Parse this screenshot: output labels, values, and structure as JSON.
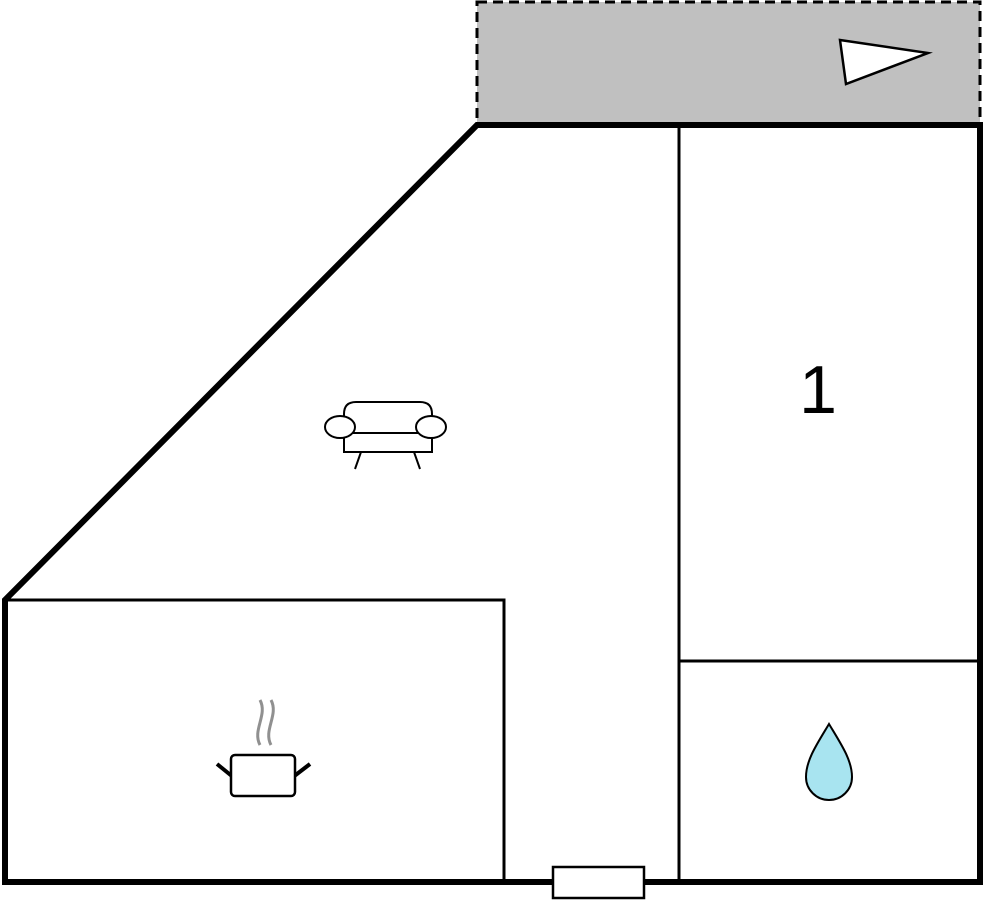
{
  "floorplan": {
    "rooms": [
      {
        "id": "living",
        "icon": "sofa-icon"
      },
      {
        "id": "kitchen",
        "icon": "cooking-pot-icon"
      },
      {
        "id": "bedroom",
        "label": "1"
      },
      {
        "id": "bathroom",
        "icon": "water-drop-icon"
      }
    ],
    "terrace": {
      "icon": "direction-arrow-icon",
      "fill": "#c0c0c0"
    },
    "entrance": {
      "icon": "door-icon"
    },
    "colors": {
      "wall": "#000000",
      "terrace": "#c0c0c0",
      "water": "#a8e4f0",
      "steam": "#909090"
    }
  }
}
